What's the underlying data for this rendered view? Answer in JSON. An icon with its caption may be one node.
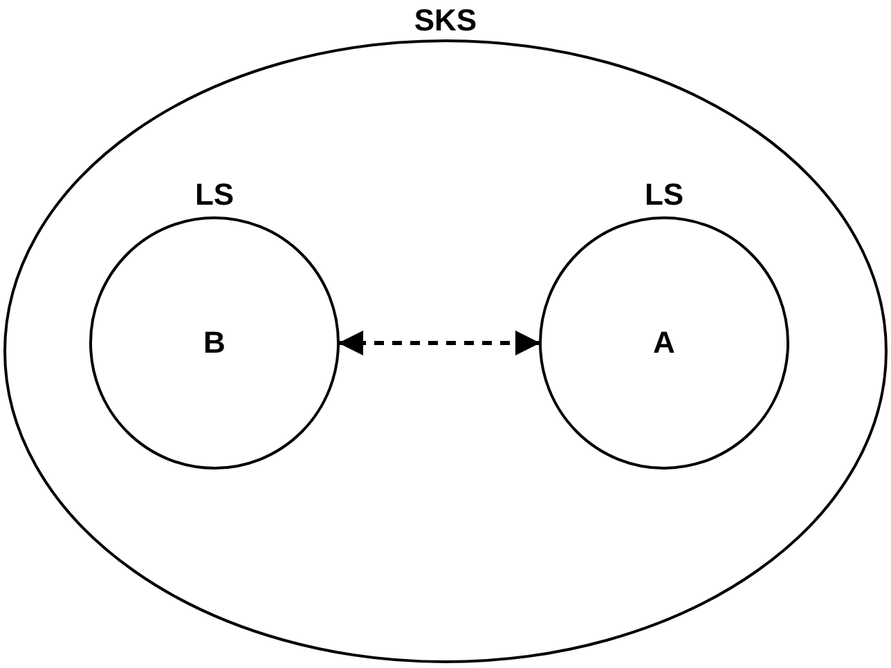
{
  "diagram": {
    "nodes": [
      {
        "text": [
          "SKS"
        ]
      },
      {
        "text": [
          "LS",
          "B"
        ],
        "in": 0
      },
      {
        "text": [
          "LS",
          "A"
        ],
        "in": 0
      }
    ],
    "edges": [
      {
        "from": 1,
        "to": 2,
        "arrow": "both",
        "style": "dashed"
      }
    ]
  }
}
